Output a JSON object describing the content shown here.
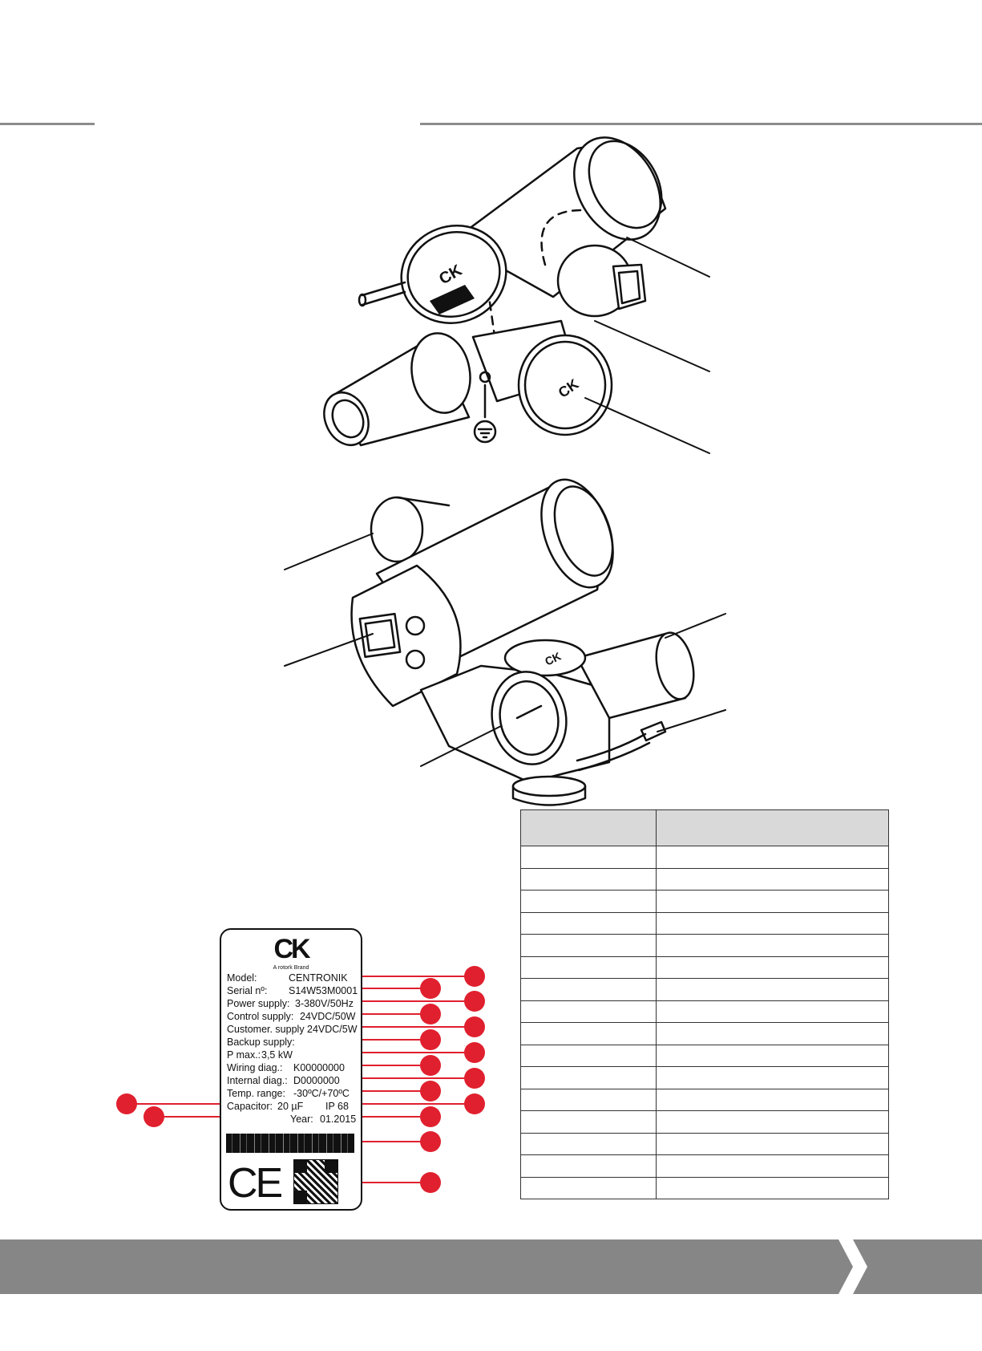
{
  "nameplate": {
    "logo": "CK",
    "brand": "A rotork Brand",
    "model_label": "Model:",
    "model_value": "CENTRONIK",
    "serial_label": "Serial nº:",
    "serial_value": "S14W53M0001",
    "power_label": "Power supply:",
    "power_value": "3-380V/50Hz",
    "control_label": "Control supply:",
    "control_value": "24VDC/50W",
    "customer_label": "Customer. supply",
    "customer_value": "24VDC/5W",
    "backup_label": "Backup supply:",
    "pmax_label": "P max.:",
    "pmax_value": "3,5 kW",
    "wiring_label": "Wiring diag.:",
    "wiring_value": "K00000000",
    "internal_label": "Internal diag.:",
    "internal_value": "D0000000",
    "temp_label": "Temp. range:",
    "temp_value": "-30ºC/+70ºC",
    "capacitor_label": "Capacitor:",
    "capacitor_value": "20 µF",
    "ip_value": "IP 68",
    "year_label": "Year:",
    "year_value": "01.2015",
    "ce_mark": "CE"
  },
  "drawings": {
    "cover_logo": "CK",
    "earth_symbol": "earth-ground-icon"
  },
  "table": {
    "header": [
      "",
      ""
    ],
    "rows": [
      [
        "",
        ""
      ],
      [
        "",
        ""
      ],
      [
        "",
        ""
      ],
      [
        "",
        ""
      ],
      [
        "",
        ""
      ],
      [
        "",
        ""
      ],
      [
        "",
        ""
      ],
      [
        "",
        ""
      ],
      [
        "",
        ""
      ],
      [
        "",
        ""
      ],
      [
        "",
        ""
      ],
      [
        "",
        ""
      ],
      [
        "",
        ""
      ],
      [
        "",
        ""
      ],
      [
        "",
        ""
      ],
      [
        "",
        ""
      ]
    ]
  },
  "colors": {
    "callout_red": "#e0202e",
    "rule_gray": "#8c8c8c",
    "footer_gray": "#868686",
    "table_header_gray": "#d9d9d9"
  }
}
